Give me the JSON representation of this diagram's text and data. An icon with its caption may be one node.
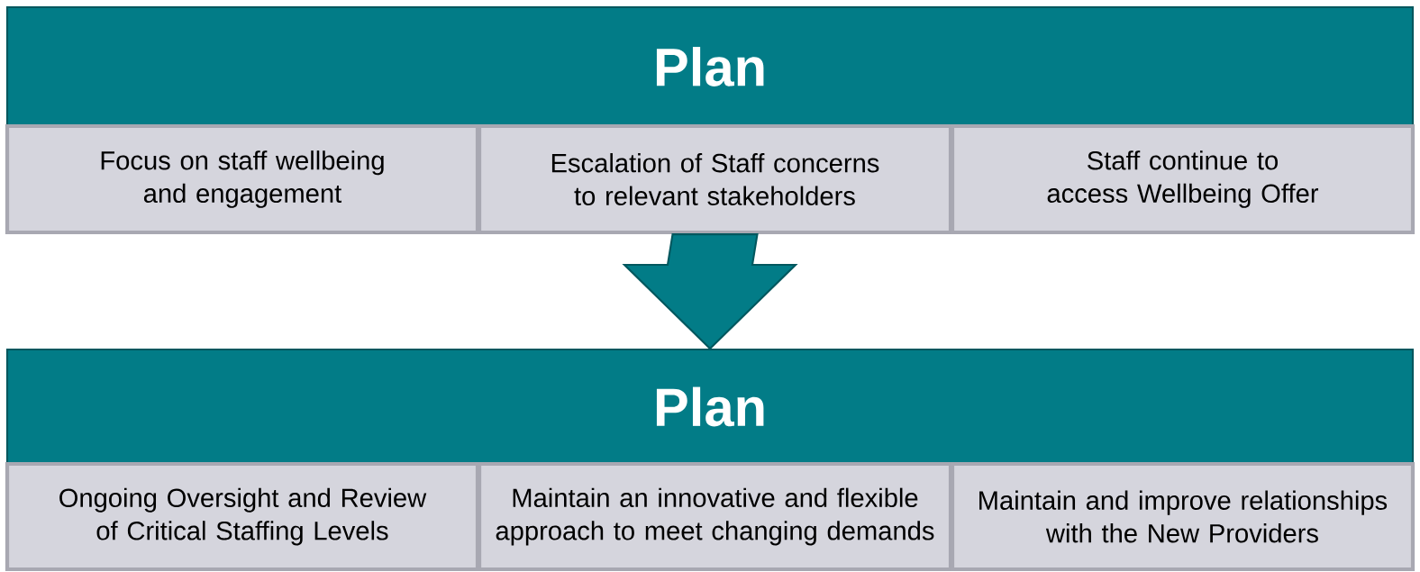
{
  "diagram": {
    "nodes": [
      {
        "text": [
          "Plan"
        ]
      },
      {
        "text": [
          "Focus on staff wellbeing and engagement"
        ]
      },
      {
        "text": [
          "Escalation of Staff concerns to relevant stakeholders"
        ]
      },
      {
        "text": [
          "Staff continue to access Wellbeing Offer"
        ]
      },
      {
        "text": [
          "Plan"
        ]
      },
      {
        "text": [
          "Ongoing Oversight and Review of Critical Staffing Levels"
        ]
      },
      {
        "text": [
          "Maintain an innovative and flexible approach to meet changing demands"
        ]
      },
      {
        "text": [
          "Maintain and improve relationships with the New Providers"
        ]
      }
    ],
    "edges": [
      {
        "from": 2,
        "to": 4,
        "arrow": "to",
        "style": "thick"
      }
    ]
  }
}
